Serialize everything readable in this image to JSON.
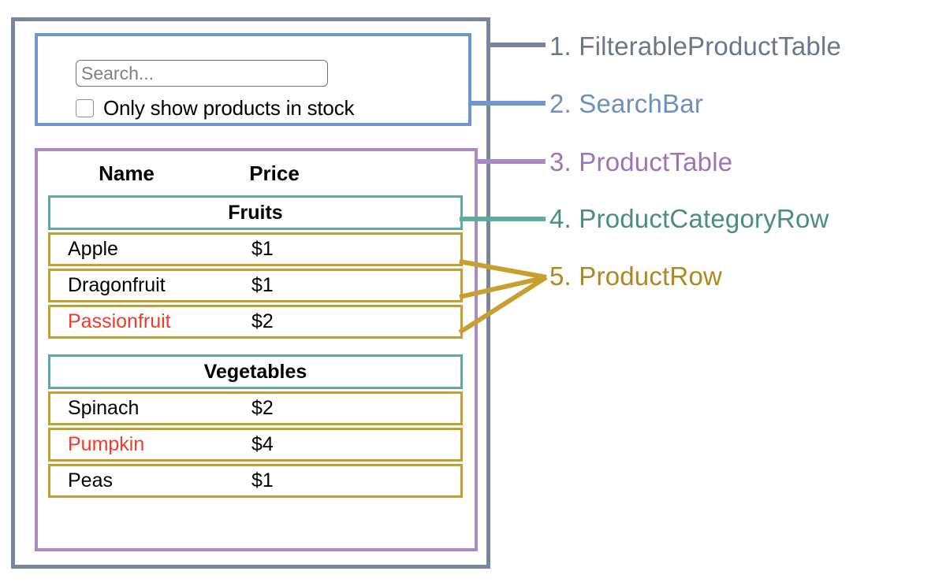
{
  "diagram": {
    "title": "React component breakdown diagram",
    "colors": {
      "filterable_product_table": "#7a86a0",
      "search_bar": "#6f97cd",
      "product_table": "#ab8ac4",
      "product_category_row": "#5fab9d",
      "product_row": "#c89f2e",
      "out_of_stock_text": "#ee3b2b"
    }
  },
  "search_bar": {
    "input_value": "",
    "input_placeholder": "Search...",
    "checkbox_label": "Only show products in stock",
    "checkbox_checked": false
  },
  "product_table": {
    "headers": {
      "name": "Name",
      "price": "Price"
    },
    "groups": [
      {
        "category": "Fruits",
        "products": [
          {
            "name": "Apple",
            "price": "$1",
            "in_stock": true
          },
          {
            "name": "Dragonfruit",
            "price": "$1",
            "in_stock": true
          },
          {
            "name": "Passionfruit",
            "price": "$2",
            "in_stock": false
          }
        ]
      },
      {
        "category": "Vegetables",
        "products": [
          {
            "name": "Spinach",
            "price": "$2",
            "in_stock": true
          },
          {
            "name": "Pumpkin",
            "price": "$4",
            "in_stock": false
          },
          {
            "name": "Peas",
            "price": "$1",
            "in_stock": true
          }
        ]
      }
    ]
  },
  "annotations": [
    {
      "number": "1.",
      "label": "FilterableProductTable",
      "text": "1. FilterableProductTable",
      "color": "#6b7688"
    },
    {
      "number": "2.",
      "label": "SearchBar",
      "text": "2. SearchBar",
      "color": "#6f8fc0"
    },
    {
      "number": "3.",
      "label": "ProductTable",
      "text": "3. ProductTable",
      "color": "#9a76b6"
    },
    {
      "number": "4.",
      "label": "ProductCategoryRow",
      "text": "4. ProductCategoryRow",
      "color": "#4b8d80"
    },
    {
      "number": "5.",
      "label": "ProductRow",
      "text": "5. ProductRow",
      "color": "#b08820"
    }
  ]
}
